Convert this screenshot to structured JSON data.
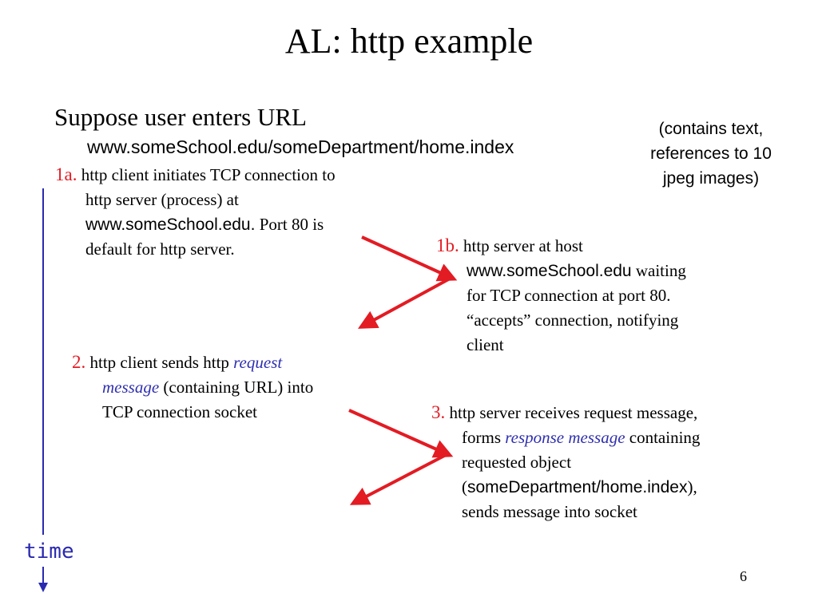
{
  "title": "AL: http example",
  "intro": {
    "text": "Suppose user enters URL",
    "url": "www.someSchool.edu/someDepartment/home.index"
  },
  "note": {
    "line1": "(contains text,",
    "line2": "references to 10",
    "line3": "jpeg images)"
  },
  "steps": {
    "s1a": {
      "num": "1a.",
      "l1": "http client initiates TCP connection to",
      "l2": "http server (process) at",
      "l3_host": "www.someSchool.edu.",
      "l3_rest": " Port 80 is",
      "l4": "default for http server."
    },
    "s1b": {
      "num": "1b.",
      "l1": "http server at host",
      "l2_host": "www.someSchool.edu",
      "l2_rest": " waiting",
      "l3": "for TCP connection at port 80.",
      "l4": "“accepts” connection, notifying",
      "l5": "client"
    },
    "s2": {
      "num": "2.",
      "l1": "http client sends http ",
      "l1_em": "request",
      "l2_em": "message",
      "l2_rest": " (containing URL) into",
      "l3": "TCP connection socket"
    },
    "s3": {
      "num": "3.",
      "l1": "http server receives request message,",
      "l2_pre": "forms ",
      "l2_em": "response message",
      "l2_rest": " containing",
      "l3": "requested object",
      "l4_open": "(",
      "l4_path": "someDepartment/home.index",
      "l4_close": "),",
      "l5": "sends message into socket"
    }
  },
  "timeline_label": "time",
  "page_number": "6",
  "colors": {
    "step_number": "#e31b23",
    "arrow": "#e31b23",
    "timeline": "#2a2ab0",
    "emphasis": "#2f2fb0"
  }
}
